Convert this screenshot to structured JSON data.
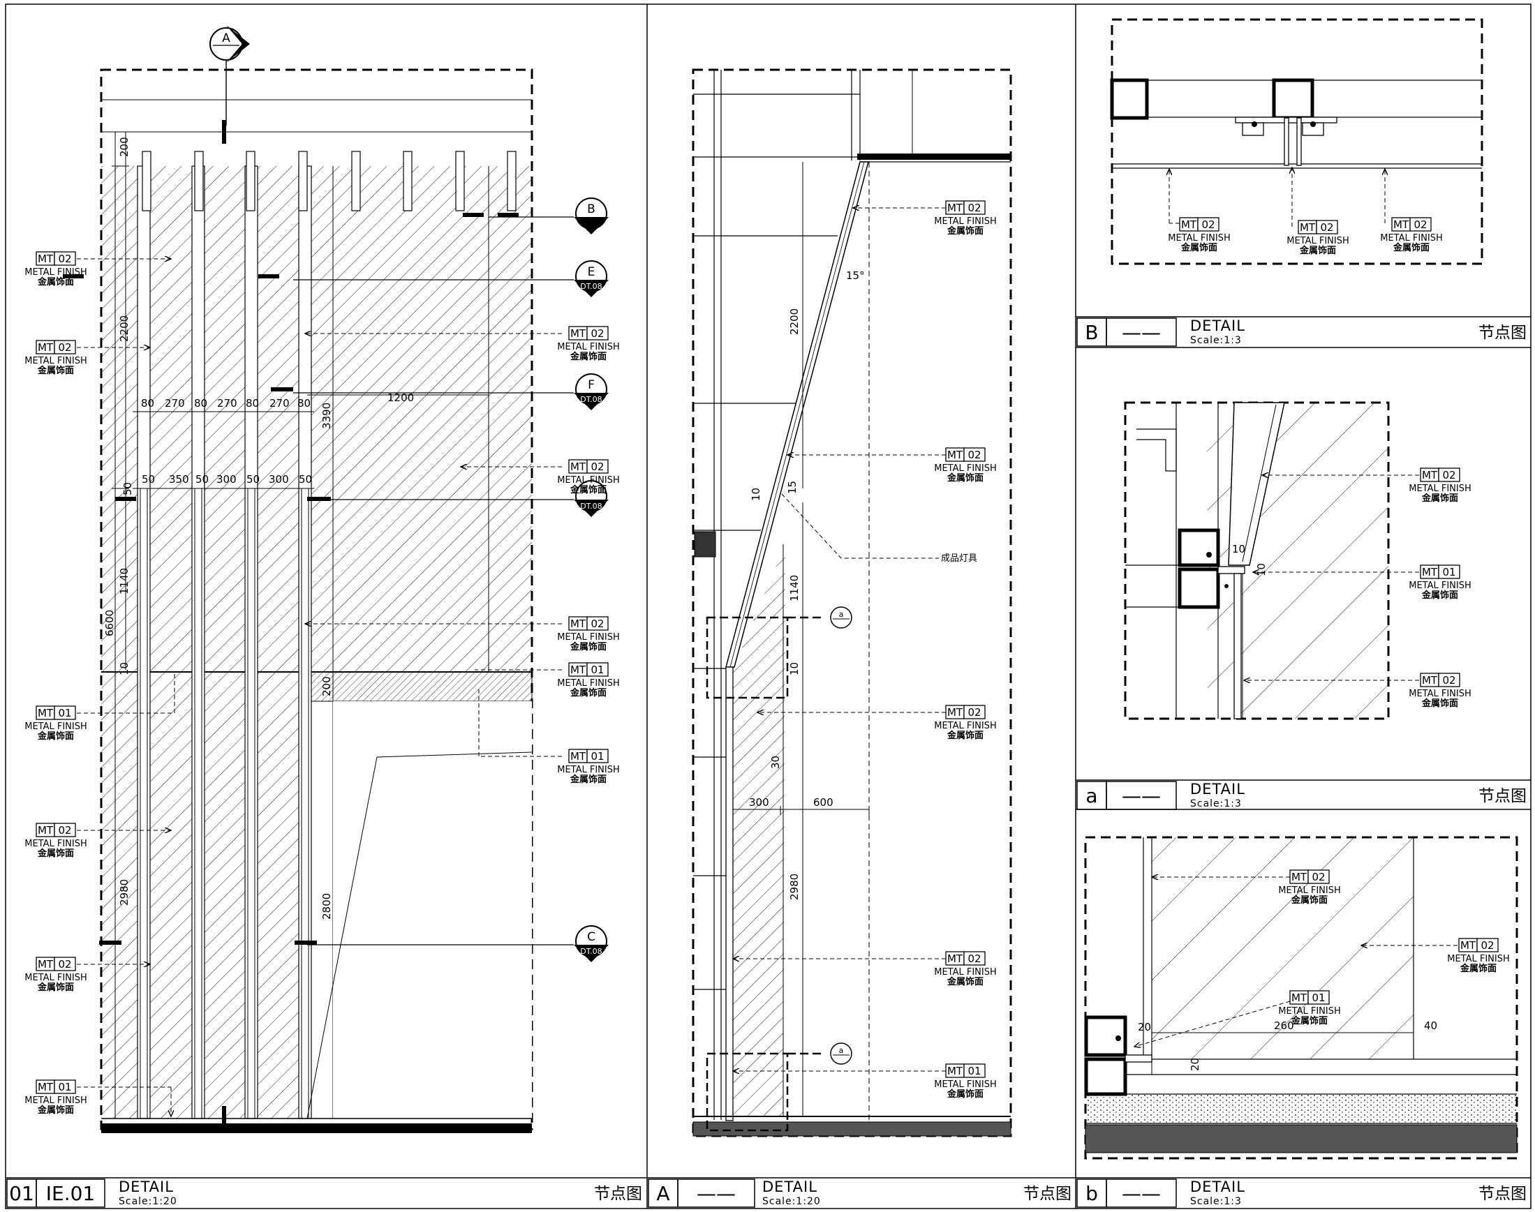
{
  "sheet": {
    "panel_title": "DETAIL",
    "panel_cn": "节点图",
    "section_mark_top": "A"
  },
  "panels": {
    "elevation_01": {
      "id": "01",
      "ref": "IE.01",
      "scale": "Scale:1:20"
    },
    "section_A": {
      "id": "A",
      "ref": "——",
      "scale": "Scale:1:20"
    },
    "detail_B": {
      "id": "B",
      "ref": "——",
      "scale": "Scale:1:3"
    },
    "detail_a": {
      "id": "a",
      "ref": "——",
      "scale": "Scale:1:3"
    },
    "detail_b": {
      "id": "b",
      "ref": "——",
      "scale": "Scale:1:3"
    }
  },
  "material_tag": {
    "code": "MT",
    "num_01": "01",
    "num_02": "02",
    "finish_en": "METAL FINISH",
    "finish_cn": "金属饰面"
  },
  "callouts": {
    "B": {
      "letter": "B",
      "sub": ""
    },
    "E": {
      "letter": "E",
      "sub": "DT.08"
    },
    "F": {
      "letter": "F",
      "sub": "DT.08"
    },
    "D": {
      "letter": "",
      "sub": "DT.08"
    },
    "C": {
      "letter": "C",
      "sub": "DT.08"
    },
    "a": {
      "letter": "a",
      "sub": ""
    }
  },
  "dims_elevation": {
    "d200": "200",
    "d2200": "2200",
    "d3390": "3390",
    "d6600": "6600",
    "d1140": "1140",
    "d10": "10",
    "d2980": "2980",
    "d2800": "2800",
    "d1200": "1200",
    "d200b": "200",
    "row_top": [
      "80",
      "270",
      "80",
      "270",
      "80",
      "270",
      "80"
    ],
    "row_bottom": [
      "50",
      "50",
      "350",
      "50",
      "300",
      "50",
      "300",
      "50"
    ]
  },
  "dims_section": {
    "angle": "15°",
    "d2200": "2200",
    "d10": "10",
    "d15": "15",
    "d1140": "1140",
    "d10b": "10",
    "d30": "30",
    "d300": "300",
    "d600": "600",
    "d2980": "2980",
    "fixture_note": "成品灯具"
  },
  "dims_detail_a": {
    "d10": "10",
    "d10b": "10"
  },
  "dims_detail_b": {
    "d20": "20",
    "d260": "260",
    "d40": "40",
    "d20b": "20"
  }
}
